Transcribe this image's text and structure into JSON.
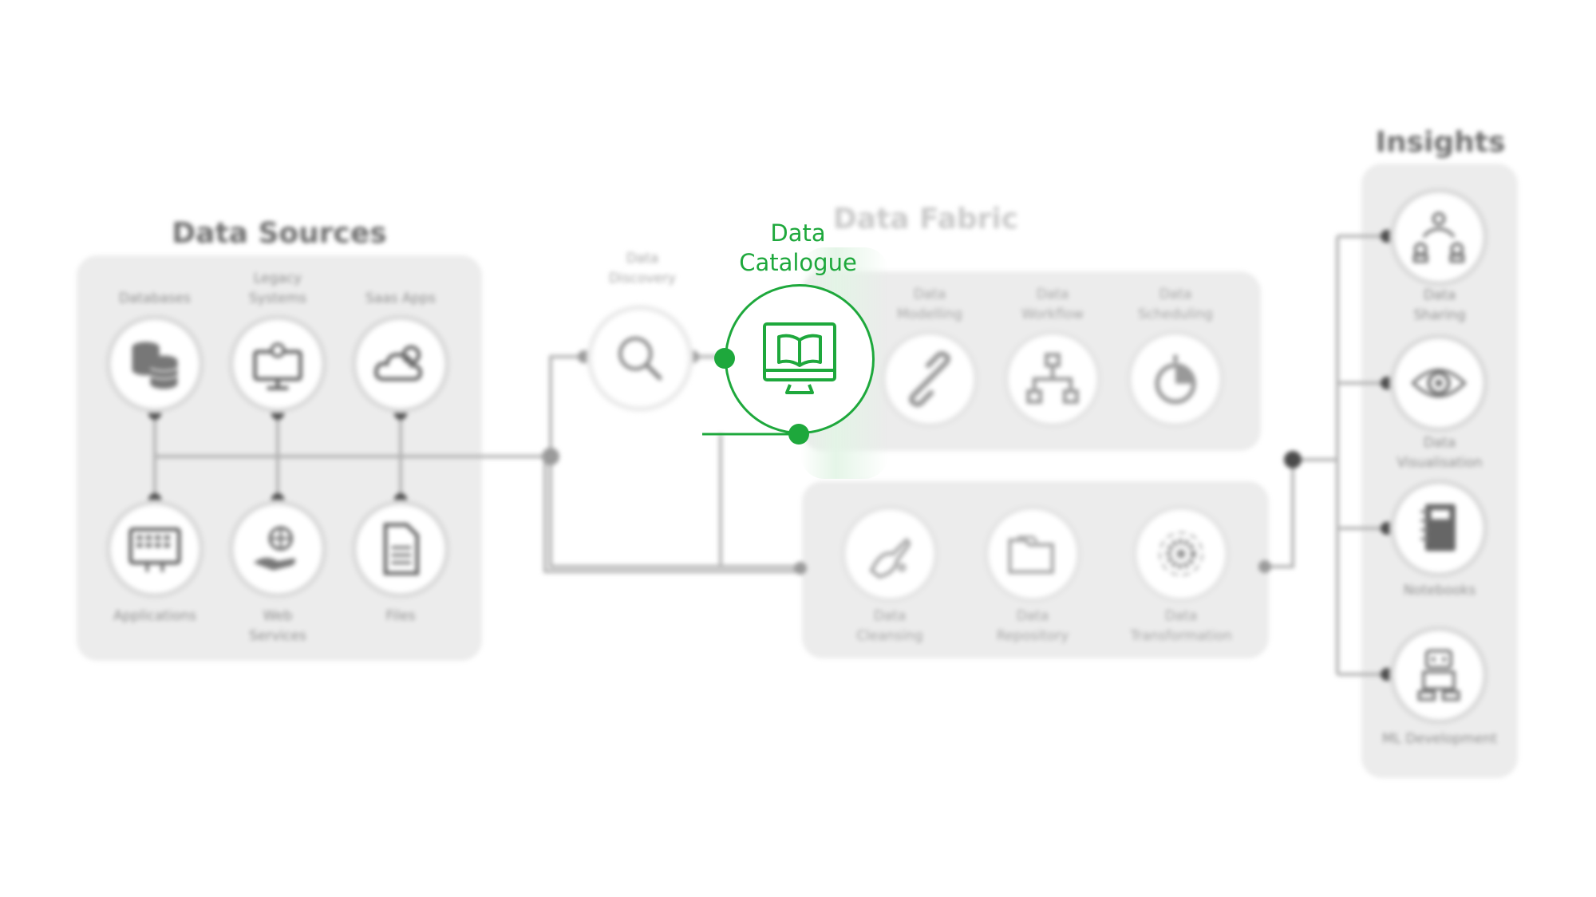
{
  "groups": {
    "sources": {
      "title": "Data Sources",
      "items": [
        {
          "label": "Databases",
          "icon": "database-icon"
        },
        {
          "label": "Legacy\nSystems",
          "icon": "legacy-monitor-icon"
        },
        {
          "label": "Saas Apps",
          "icon": "cloud-gear-icon"
        },
        {
          "label": "Applications",
          "icon": "application-window-icon"
        },
        {
          "label": "Web\nServices",
          "icon": "globe-hand-icon"
        },
        {
          "label": "Files",
          "icon": "file-icon"
        }
      ]
    },
    "fabric": {
      "title": "Data Fabric",
      "discovery": {
        "label": "Data\nDiscovery",
        "icon": "search-icon"
      },
      "catalogue": {
        "label": "Data\nCatalogue",
        "icon": "book-monitor-icon"
      },
      "top_items": [
        {
          "label": "Data\nModelling",
          "icon": "link-icon"
        },
        {
          "label": "Data\nWorkflow",
          "icon": "hierarchy-icon"
        },
        {
          "label": "Data\nScheduling",
          "icon": "stopwatch-icon"
        }
      ],
      "bottom_items": [
        {
          "label": "Data\nCleansing",
          "icon": "cleansing-hand-icon"
        },
        {
          "label": "Data\nRepository",
          "icon": "folder-icon"
        },
        {
          "label": "Data\nTransformation",
          "icon": "gear-cycle-icon"
        }
      ]
    },
    "insights": {
      "title": "Insights",
      "items": [
        {
          "label": "Data\nSharing",
          "icon": "share-people-icon"
        },
        {
          "label": "Data\nVisualisation",
          "icon": "eye-icon"
        },
        {
          "label": "Notebooks",
          "icon": "notebook-icon"
        },
        {
          "label": "ML Development",
          "icon": "robot-icon"
        }
      ]
    }
  },
  "colors": {
    "accent": "#1ea83c",
    "panel": "#ececec",
    "connector": "#b0b0b0",
    "dot": "#4a4a4a",
    "label": "#a4a4a4"
  }
}
